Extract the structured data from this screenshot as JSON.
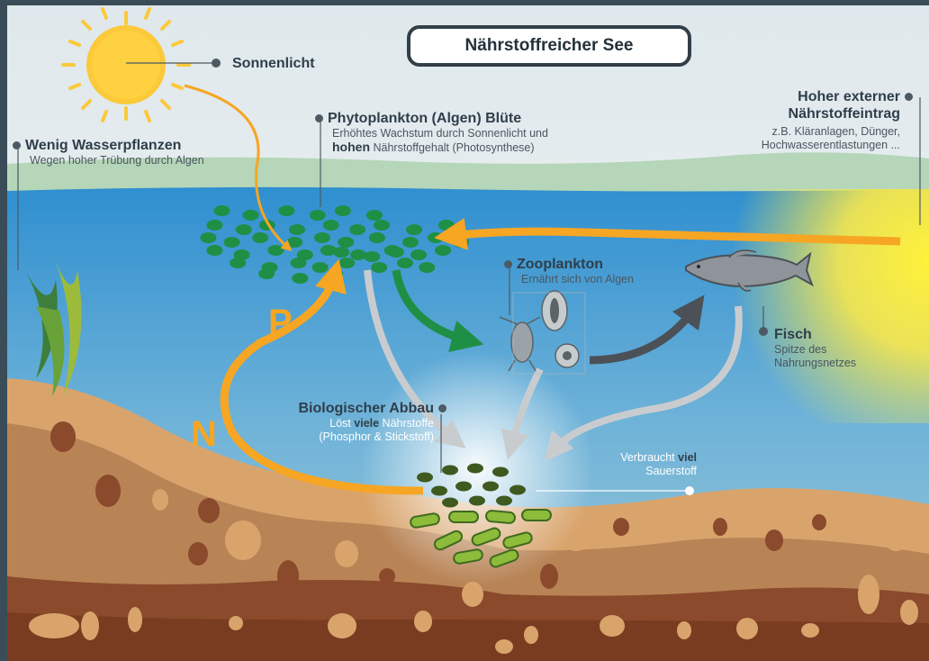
{
  "title": "Nährstoffreicher See",
  "sun_label": "Sonnenlicht",
  "phytoplankton": {
    "title": "Phytoplankton (Algen) Blüte",
    "line1": "Erhöhtes Wachstum durch Sonnenlicht und",
    "line2_bold": "hohen",
    "line2_rest": " Nährstoffgehalt (Photosynthese)"
  },
  "external": {
    "title_line1": "Hoher externer",
    "title_line2": "Nährstoffeintrag",
    "desc_line1": "z.B. Kläranlagen, Dünger,",
    "desc_line2": "Hochwasserentlastungen ..."
  },
  "plants": {
    "title": "Wenig Wasserpflanzen",
    "desc": "Wegen hoher Trübung durch Algen"
  },
  "zooplankton": {
    "title": "Zooplankton",
    "desc": "Ernährt sich von Algen"
  },
  "fish": {
    "title": "Fisch",
    "desc_line1": "Spitze des",
    "desc_line2": "Nahrungsnetzes"
  },
  "decomposition": {
    "title": "Biologischer Abbau",
    "line1_pre": "Löst ",
    "line1_bold": "viele",
    "line1_post": " Nährstoffe",
    "line2": "(Phosphor & Stickstoff)"
  },
  "oxygen": {
    "line1_pre": "Verbraucht ",
    "line1_bold": "viel",
    "line2": "Sauerstoff"
  },
  "nutrient_letters": {
    "p": "P",
    "n": "N"
  },
  "colors": {
    "frame": "#3a4c58",
    "water": "#3a95d0",
    "sun": "#fbc93a",
    "algae": "#1f8f45",
    "nutrient_arrow": "#f6a623",
    "food_arrow_green": "#1f8f45",
    "food_arrow_dark": "#4b5157",
    "sediment_light": "#d9a46c",
    "sediment_dark": "#8a4a2b"
  }
}
